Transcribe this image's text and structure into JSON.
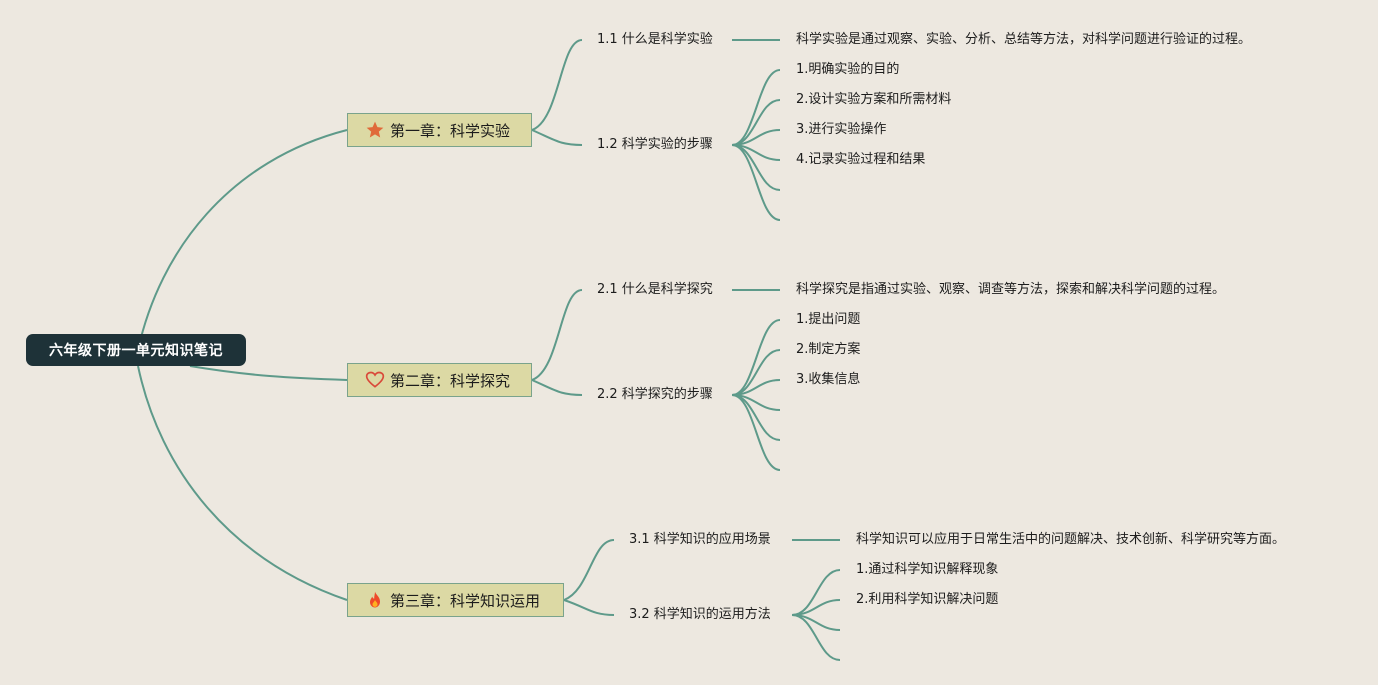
{
  "root": {
    "title": "六年级下册一单元知识笔记"
  },
  "chapters": [
    {
      "title": "第一章：科学实验",
      "icon": "star-icon",
      "topics": [
        {
          "title": "1.1 什么是科学实验",
          "leaves": [
            "科学实验是通过观察、实验、分析、总结等方法，对科学问题进行验证的过程。"
          ]
        },
        {
          "title": "1.2 科学实验的步骤",
          "leaves": [
            "1.明确实验的目的",
            "2.设计实验方案和所需材料",
            "3.进行实验操作",
            "4.记录实验过程和结果",
            "",
            ""
          ]
        }
      ]
    },
    {
      "title": "第二章：科学探究",
      "icon": "heart-icon",
      "topics": [
        {
          "title": "2.1 什么是科学探究",
          "leaves": [
            "科学探究是指通过实验、观察、调查等方法，探索和解决科学问题的过程。"
          ]
        },
        {
          "title": "2.2 科学探究的步骤",
          "leaves": [
            "1.提出问题",
            "2.制定方案",
            "3.收集信息",
            "",
            "",
            ""
          ]
        }
      ]
    },
    {
      "title": "第三章：科学知识运用",
      "icon": "fire-icon",
      "topics": [
        {
          "title": "3.1 科学知识的应用场景",
          "leaves": [
            "科学知识可以应用于日常生活中的问题解决、技术创新、科学研究等方面。"
          ]
        },
        {
          "title": "3.2 科学知识的运用方法",
          "leaves": [
            "1.通过科学知识解释现象",
            "2.利用科学知识解决问题",
            "",
            ""
          ]
        }
      ]
    }
  ],
  "colors": {
    "background": "#ede8e0",
    "root_bg": "#1e3238",
    "chapter_bg": "#dcd9a4",
    "connector": "#5e9a8a"
  }
}
